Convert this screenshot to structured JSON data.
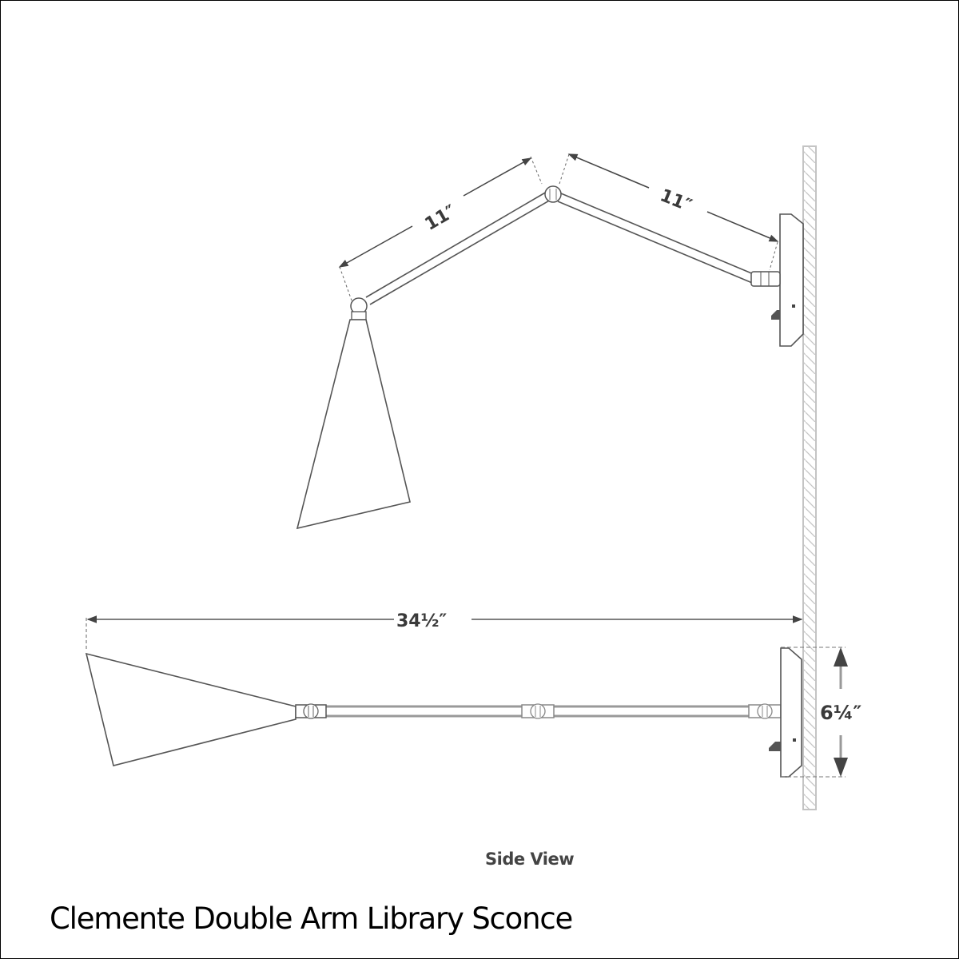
{
  "product": {
    "title": "Clemente Double Arm Library Sconce",
    "view_label": "Side View"
  },
  "dimensions": {
    "upper_arm_length": "11″",
    "lower_arm_length": "11″",
    "overall_extension": "34½″",
    "backplate_height": "6¼″"
  },
  "colors": {
    "line": "#555555",
    "wall_hatch": "#bbbbbb",
    "text": "#3a3a3a",
    "title": "#000000"
  }
}
